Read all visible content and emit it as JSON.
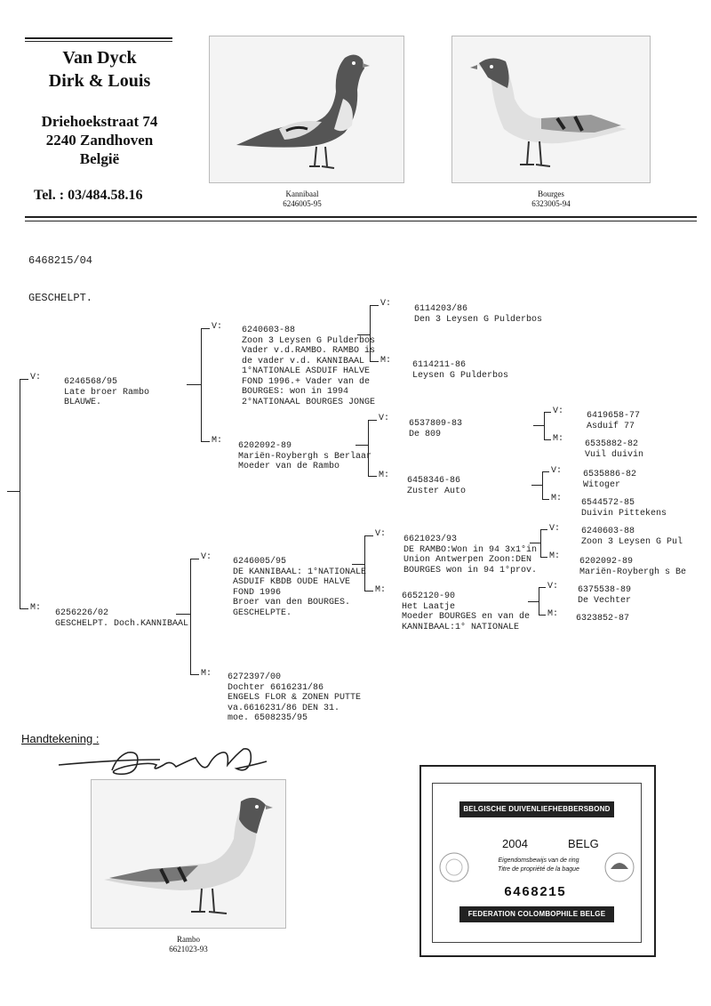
{
  "owner": {
    "name_line1": "Van Dyck",
    "name_line2": "Dirk & Louis",
    "street": "Driehoekstraat 74",
    "city": "2240 Zandhoven",
    "country": "België",
    "tel": "Tel. : 03/484.58.16"
  },
  "photos": [
    {
      "name": "Kannibaal",
      "ring": "6246005-95"
    },
    {
      "name": "Bourges",
      "ring": "6323005-94"
    },
    {
      "name": "Rambo",
      "ring": "6621023-93"
    }
  ],
  "pigeon": {
    "ring": "6468215/04",
    "color": "GESCHELPT."
  },
  "labels": {
    "sire": "V:",
    "dam": "M:"
  },
  "pedigree": {
    "sire": "6246568/95\nLate broer Rambo\nBLAUWE.",
    "dam": "6256226/02\nGESCHELPT. Doch.KANNIBAAL",
    "ss": "6240603-88\nZoon 3 Leysen G Pulderbos\nVader v.d.RAMBO. RAMBO is\nde vader v.d. KANNIBAAL\n1°NATIONALE ASDUIF HALVE\nFOND 1996.+ Vader van de\nBOURGES: won in 1994\n2°NATIONAAL BOURGES JONGE",
    "sd": "6202092-89\nMariën-Roybergh s Berlaar\nMoeder van de Rambo",
    "ds": "6246005/95\nDE KANNIBAAL: 1°NATIONALE\nASDUIF KBDB OUDE HALVE\nFOND 1996\nBroer van den BOURGES.\nGESCHELPTE.",
    "dd": "6272397/00\nDochter 6616231/86\nENGELS FLOR & ZONEN PUTTE\nva.6616231/86 DEN 31.\nmoe. 6508235/95",
    "sss": "6114203/86\nDen 3 Leysen G Pulderbos",
    "ssd": "6114211-86\nLeysen G Pulderbos",
    "sds": "6537809-83\nDe 809",
    "sdd": "6458346-86\nZuster Auto",
    "dss": "6621023/93\nDE RAMBO:Won in 94 3x1°in\nUnion Antwerpen Zoon:DEN\nBOURGES won in 94 1°prov.",
    "dsd": "6652120-90\nHet Laatje\nMoeder BOURGES en van de\nKANNIBAAL:1° NATIONALE",
    "sdss": "6419658-77\nAsduif 77",
    "sdsd": "6535882-82\nVuil duivin",
    "sdds": "6535886-82\nWitoger",
    "sddd": "6544572-85\nDuivin Pittekens",
    "dsss": "6240603-88\nZoon 3 Leysen G Pul",
    "dssd": "6202092-89\nMariën-Roybergh s Be",
    "dsds": "6375538-89\nDe Vechter",
    "dsdd": "6323852-87"
  },
  "signature": {
    "label": "Handtekening :"
  },
  "card": {
    "banner_top": "BELGISCHE DUIVENLIEFHEBBERSBOND",
    "year": "2004",
    "country": "BELG",
    "line1": "Eigendomsbewijs van de ring",
    "line2": "Titre de propriété de la bague",
    "ring": "6468215",
    "banner_bottom": "FEDERATION COLOMBOPHILE BELGE"
  }
}
